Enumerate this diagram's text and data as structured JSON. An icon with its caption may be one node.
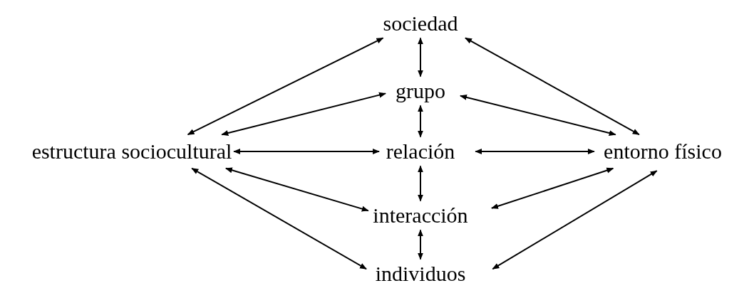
{
  "diagram": {
    "nodes": [
      {
        "text": [
          "sociedad"
        ]
      },
      {
        "text": [
          "grupo"
        ]
      },
      {
        "text": [
          "estructura sociocultural"
        ]
      },
      {
        "text": [
          "relación"
        ]
      },
      {
        "text": [
          "entorno físico"
        ]
      },
      {
        "text": [
          "interacción"
        ]
      },
      {
        "text": [
          "individuos"
        ]
      }
    ],
    "edges": [
      {
        "from": 0,
        "to": 1,
        "arrow": "both"
      },
      {
        "from": 0,
        "to": 2,
        "arrow": "both"
      },
      {
        "from": 0,
        "to": 4,
        "arrow": "both"
      },
      {
        "from": 1,
        "to": 2,
        "arrow": "both"
      },
      {
        "from": 1,
        "to": 4,
        "arrow": "both"
      },
      {
        "from": 1,
        "to": 3,
        "arrow": "both"
      },
      {
        "from": 2,
        "to": 3,
        "arrow": "both"
      },
      {
        "from": 3,
        "to": 4,
        "arrow": "both"
      },
      {
        "from": 3,
        "to": 5,
        "arrow": "both"
      },
      {
        "from": 2,
        "to": 5,
        "arrow": "both"
      },
      {
        "from": 5,
        "to": 4,
        "arrow": "both"
      },
      {
        "from": 5,
        "to": 6,
        "arrow": "both"
      },
      {
        "from": 2,
        "to": 6,
        "arrow": "both"
      },
      {
        "from": 6,
        "to": 4,
        "arrow": "both"
      }
    ]
  }
}
